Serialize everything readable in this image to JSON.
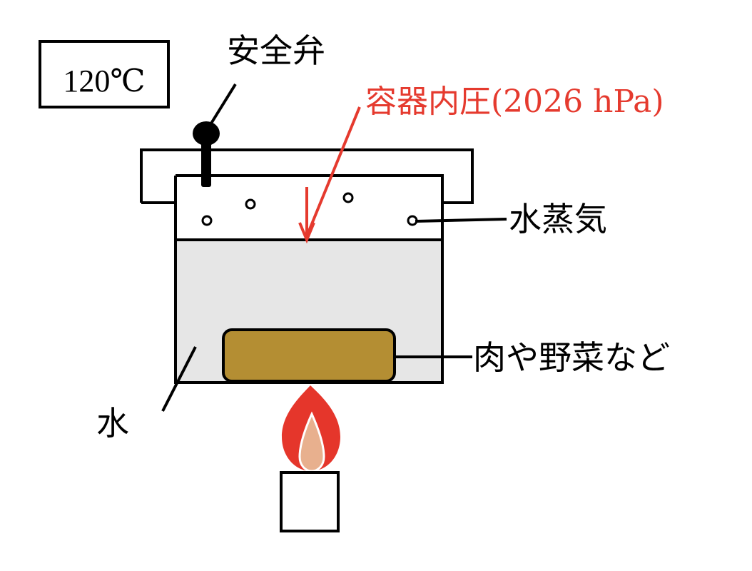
{
  "labels": {
    "temperature": "120℃",
    "safety_valve": "安全弁",
    "internal_pressure": "容器内圧(2026 hPa)",
    "steam": "水蒸気",
    "food": "肉や野菜など",
    "water": "水"
  },
  "colors": {
    "outline": "#000000",
    "water_fill": "#e6e6e6",
    "food_fill": "#b48e33",
    "pressure_accent": "#e53a2e",
    "flame_outer": "#e5362b",
    "flame_inner": "#e8b08e",
    "background": "#ffffff"
  },
  "icons": [
    "safety-valve-icon",
    "steam-bubble-icon",
    "flame-icon",
    "burner-icon"
  ]
}
